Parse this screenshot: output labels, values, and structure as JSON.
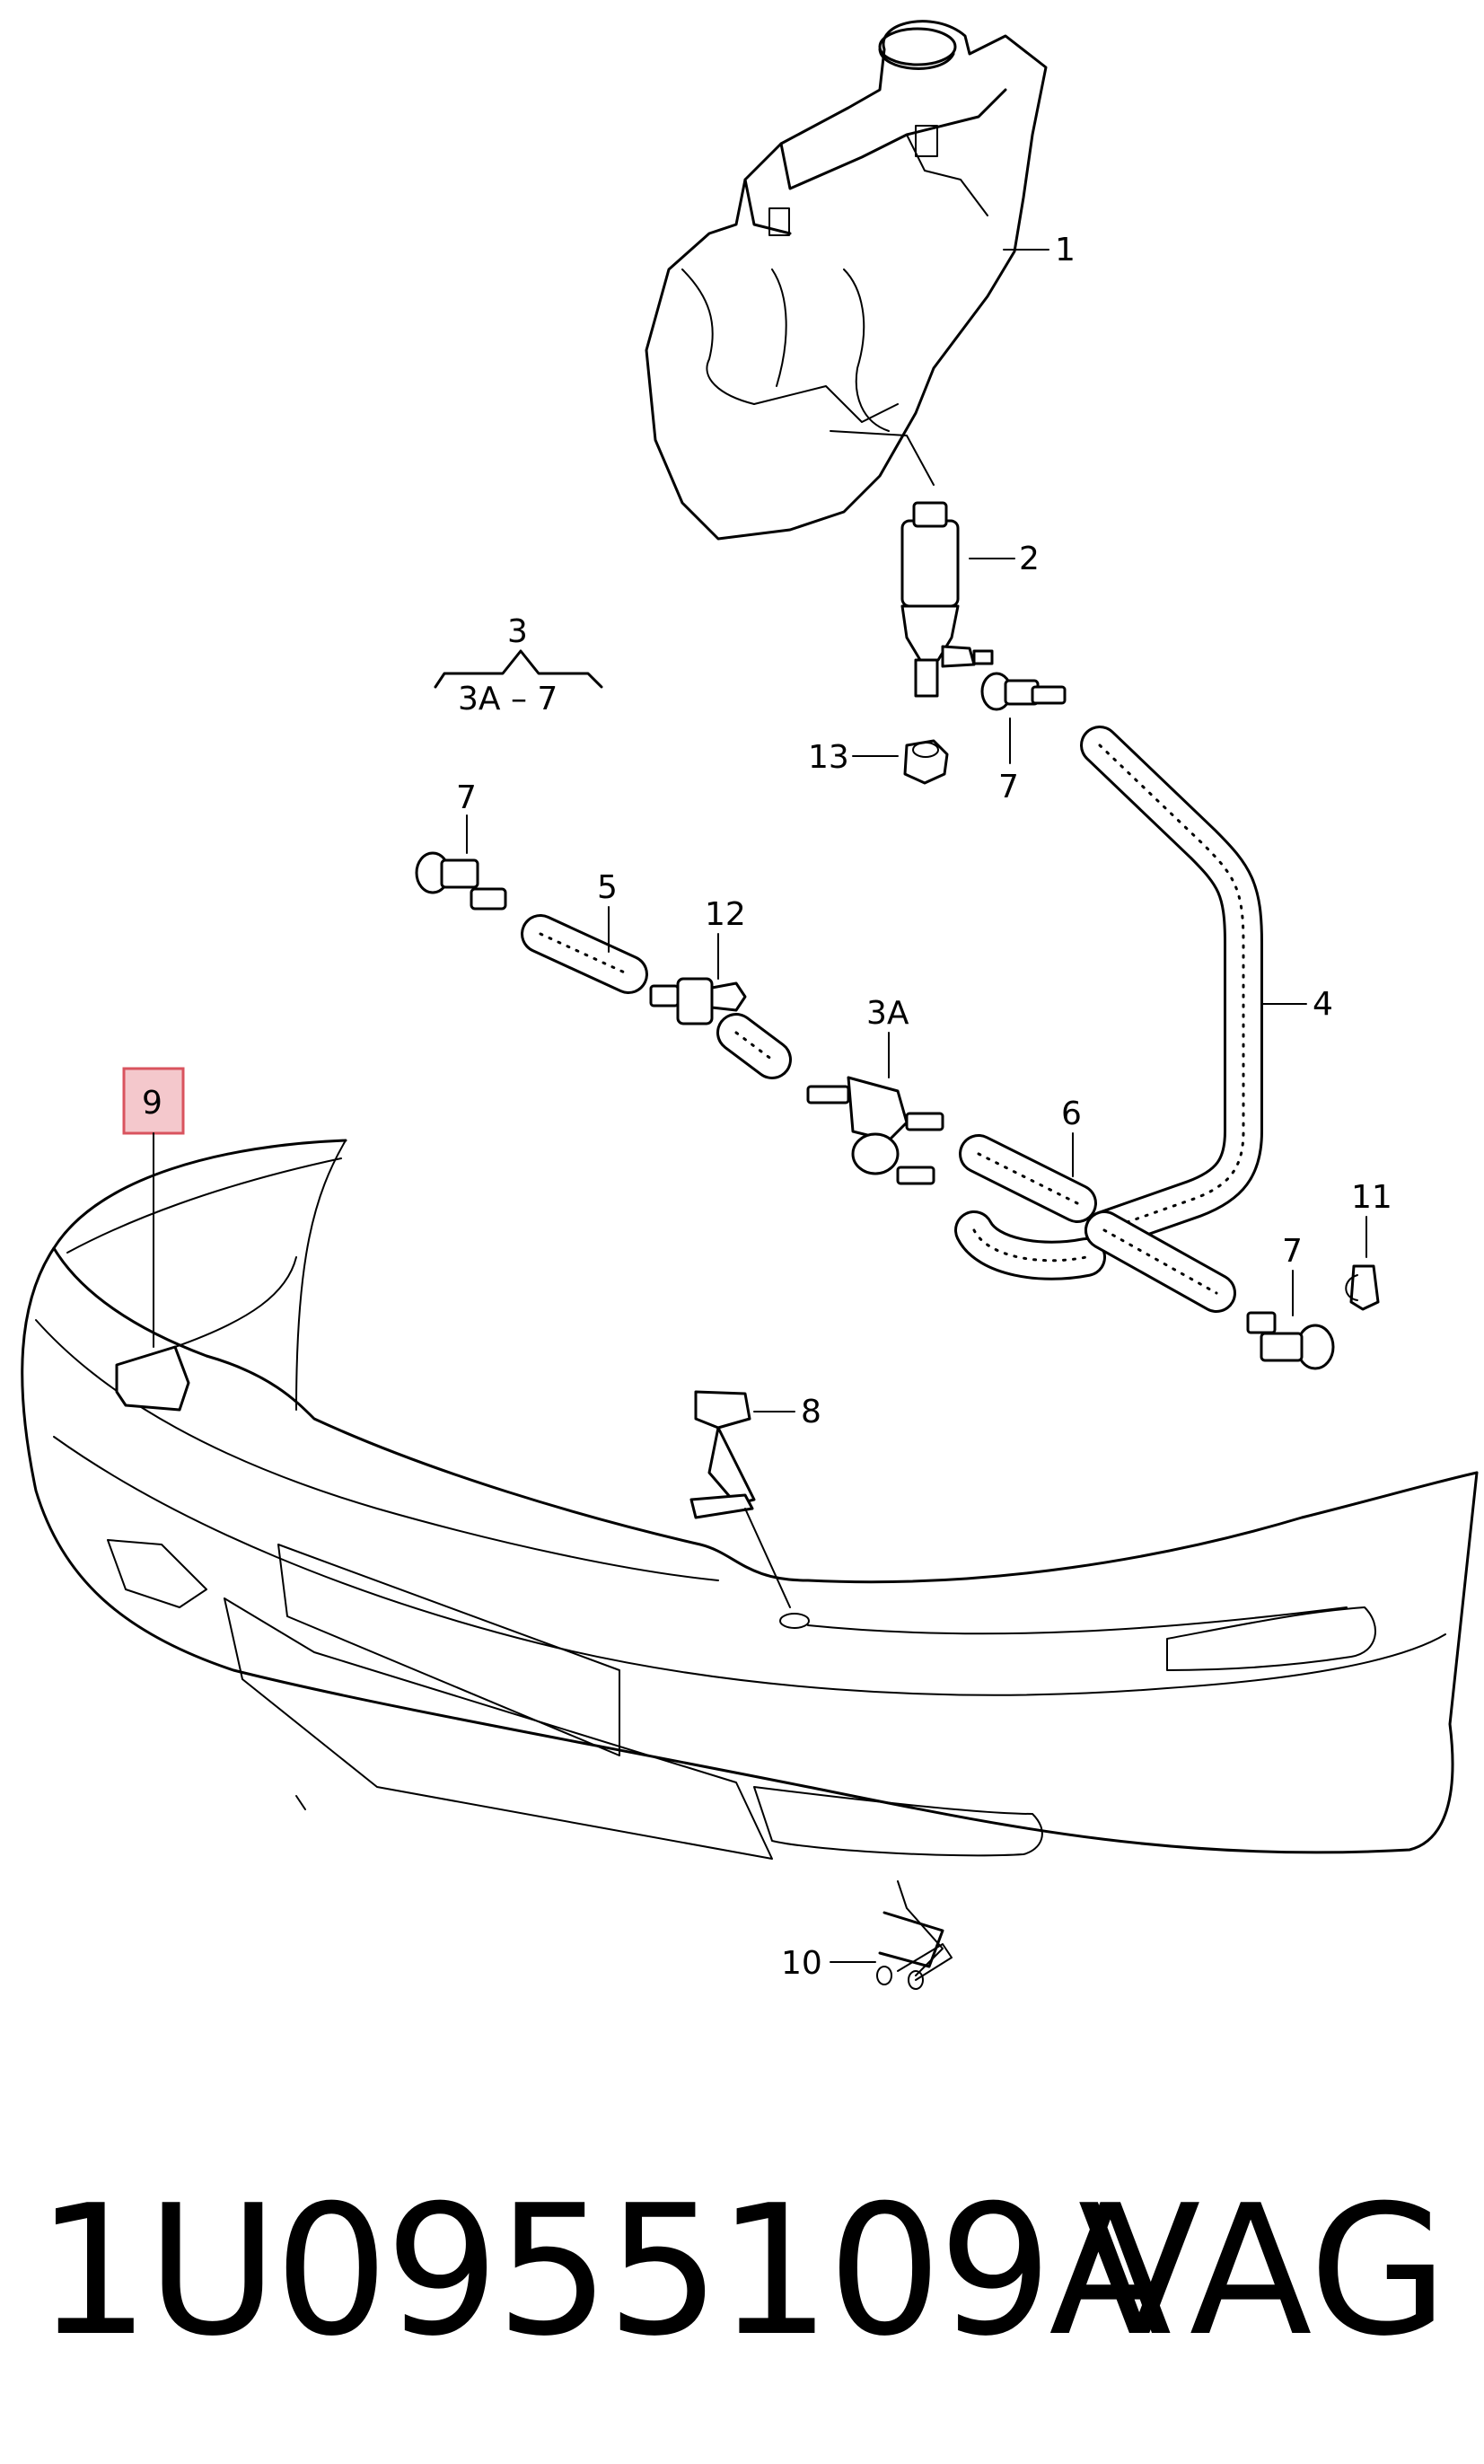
{
  "callouts": {
    "c1": "1",
    "c2": "2",
    "c3": "3",
    "c3_range": "3A – 7",
    "c3a": "3A",
    "c4": "4",
    "c5": "5",
    "c6": "6",
    "c7a": "7",
    "c7b": "7",
    "c7c": "7",
    "c8": "8",
    "c9": "9",
    "c10": "10",
    "c11": "11",
    "c12": "12",
    "c13": "13"
  },
  "highlight": {
    "callout": "9",
    "fill": "#f4c8cc",
    "border": "#d9535e"
  },
  "footer": {
    "part_number": "1U0955109A",
    "brand": "VAG"
  }
}
